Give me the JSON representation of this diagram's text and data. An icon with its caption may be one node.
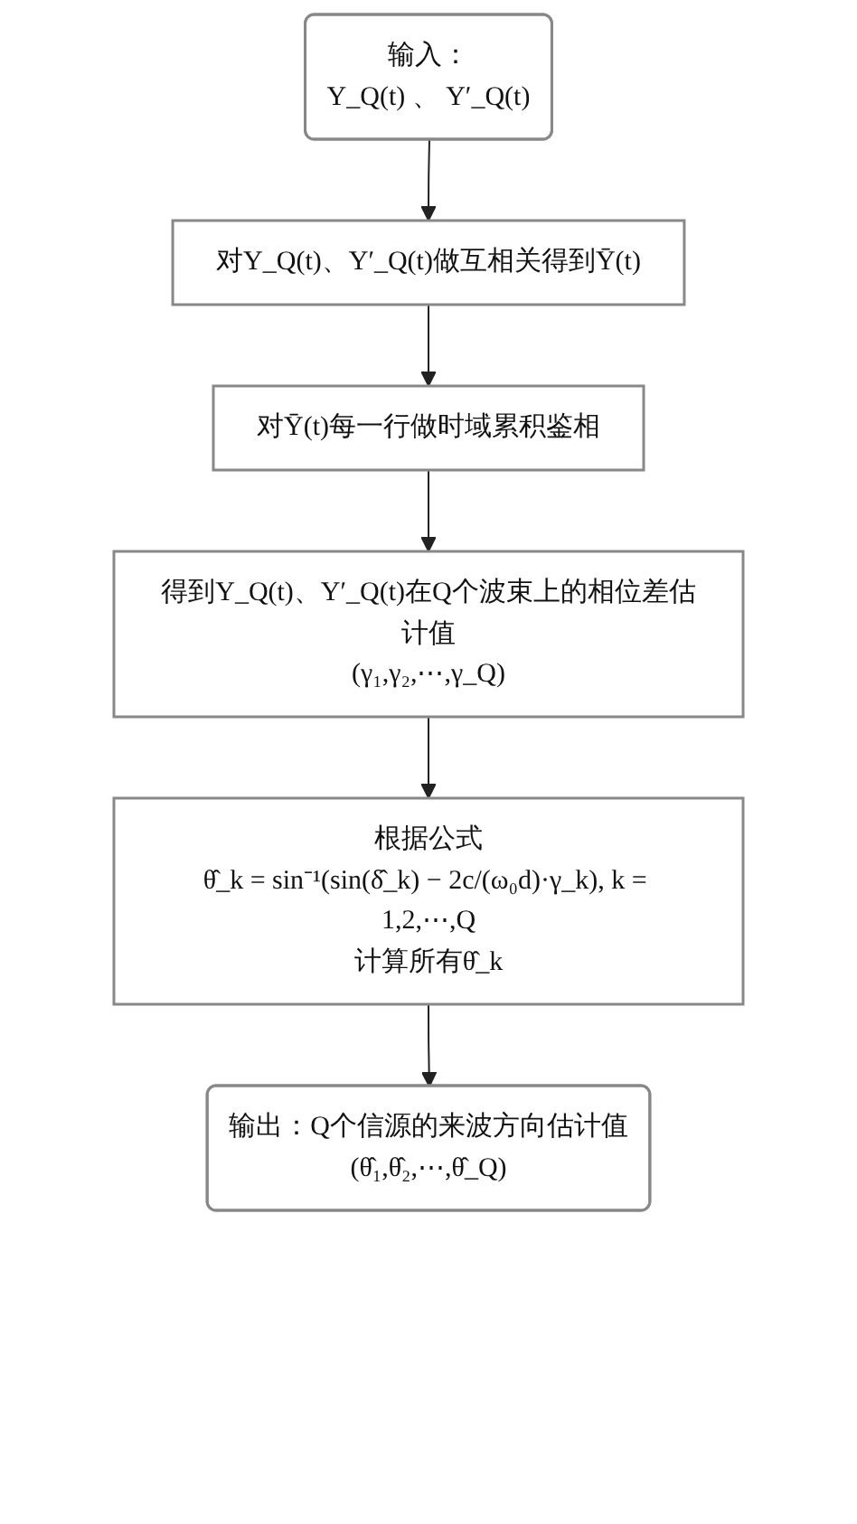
{
  "diagram": {
    "nodes": [
      {
        "text": [
          "输入：",
          "Y_Q(t) 、 Y′_Q(t)"
        ]
      },
      {
        "text": [
          "对Y_Q(t)、Y′_Q(t)做互相关得到Ȳ(t)"
        ]
      },
      {
        "text": [
          "对Ȳ(t)每一行做时域累积鉴相"
        ]
      },
      {
        "text": [
          "得到Y_Q(t)、Y′_Q(t)在Q个波束上的相位差估计值",
          "(γ₁,γ₂,⋯,γ_Q)"
        ]
      },
      {
        "text": [
          "根据公式",
          "θ̂_k = sin⁻¹(sin(δ̂_k) − 2c/(ω₀d)·γ_k), k = 1,2,⋯,Q",
          "计算所有θ̂_k"
        ]
      },
      {
        "text": [
          "输出：Q个信源的来波方向估计值",
          "(θ̂₁,θ̂₂,⋯,θ̂_Q)"
        ]
      }
    ],
    "edges": [
      {
        "from": 0,
        "to": 1,
        "arrow": "to"
      },
      {
        "from": 1,
        "to": 2,
        "arrow": "to"
      },
      {
        "from": 2,
        "to": 3,
        "arrow": "to"
      },
      {
        "from": 3,
        "to": 4,
        "arrow": "to"
      },
      {
        "from": 4,
        "to": 5,
        "arrow": "to"
      }
    ]
  }
}
